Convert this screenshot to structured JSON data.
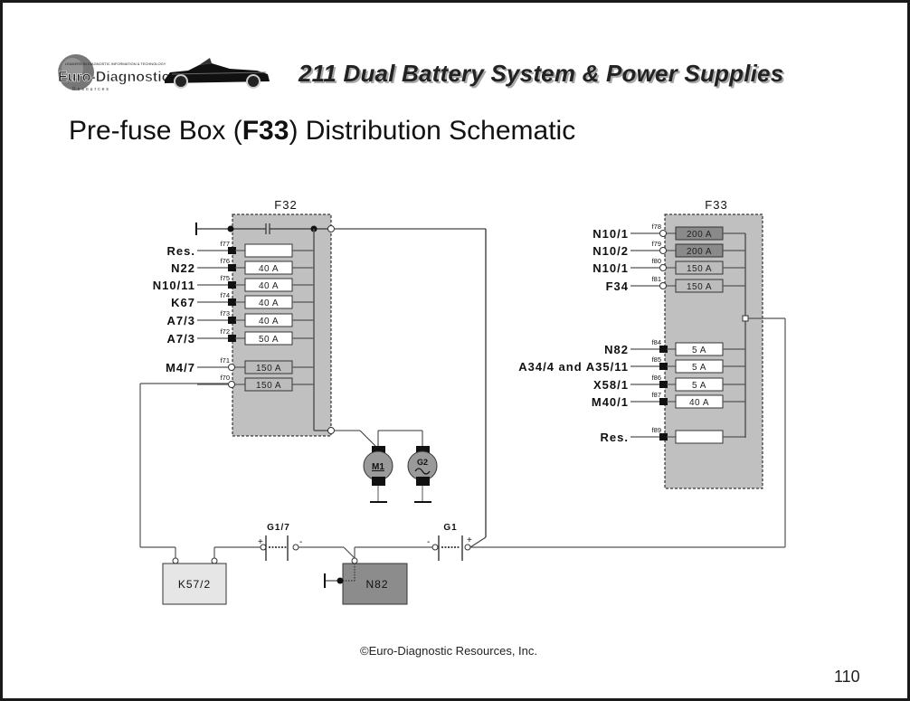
{
  "header": {
    "logo_text": "Euro-Diagnostic",
    "logo_subtext": "Resources",
    "logo_tagline": "LEADERS IN DIAGNOSTIC INFORMATION & TECHNOLOGY",
    "title": "211 Dual Battery System & Power Supplies"
  },
  "page_title": {
    "prefix": "Pre-fuse Box (",
    "bold": "F33",
    "suffix": ") Distribution Schematic"
  },
  "f32": {
    "title": "F32",
    "fuses": [
      {
        "id": "f77",
        "label": "Res.",
        "rating": "",
        "terminal": "square",
        "shade": "white"
      },
      {
        "id": "f76",
        "label": "N22",
        "rating": "40 A",
        "terminal": "square",
        "shade": "white"
      },
      {
        "id": "f75",
        "label": "N10/11",
        "rating": "40 A",
        "terminal": "square",
        "shade": "white"
      },
      {
        "id": "f74",
        "label": "K67",
        "rating": "40 A",
        "terminal": "square",
        "shade": "white"
      },
      {
        "id": "f73",
        "label": "A7/3",
        "rating": "40 A",
        "terminal": "square",
        "shade": "white"
      },
      {
        "id": "f72",
        "label": "A7/3",
        "rating": "50 A",
        "terminal": "square",
        "shade": "white"
      },
      {
        "id": "f71",
        "label": "M4/7",
        "rating": "150 A",
        "terminal": "circle",
        "shade": "grey"
      },
      {
        "id": "f70",
        "label": "",
        "rating": "150 A",
        "terminal": "circle",
        "shade": "grey"
      }
    ]
  },
  "f33": {
    "title": "F33",
    "fuses": [
      {
        "id": "f78",
        "label": "N10/1",
        "rating": "200 A",
        "terminal": "circle",
        "shade": "dark"
      },
      {
        "id": "f79",
        "label": "N10/2",
        "rating": "200 A",
        "terminal": "circle",
        "shade": "dark"
      },
      {
        "id": "f80",
        "label": "N10/1",
        "rating": "150 A",
        "terminal": "circle",
        "shade": "grey"
      },
      {
        "id": "f81",
        "label": "F34",
        "rating": "150 A",
        "terminal": "circle",
        "shade": "grey"
      },
      {
        "id": "f84",
        "label": "N82",
        "rating": "5 A",
        "terminal": "square",
        "shade": "white"
      },
      {
        "id": "f85",
        "label": "A34/4 and A35/11",
        "rating": "5 A",
        "terminal": "square",
        "shade": "white"
      },
      {
        "id": "f86",
        "label": "X58/1",
        "rating": "5 A",
        "terminal": "square",
        "shade": "white"
      },
      {
        "id": "f87",
        "label": "M40/1",
        "rating": "40 A",
        "terminal": "square",
        "shade": "white"
      },
      {
        "id": "f89",
        "label": "Res.",
        "rating": "",
        "terminal": "square",
        "shade": "white"
      }
    ]
  },
  "components": {
    "m1": "M1",
    "g2": "G2",
    "g1_7": "G1/7",
    "g1": "G1",
    "k57_2": "K57/2",
    "n82": "N82",
    "plus": "+",
    "minus": "-"
  },
  "colors": {
    "box_fill": "#c0c0c0",
    "fuse_grey": "#bcbcbc",
    "fuse_dark": "#8a8a8a",
    "k57_fill": "#e6e6e6",
    "n82_fill": "#8c8c8c",
    "motor_fill": "#9a9a9a"
  },
  "footer": {
    "copyright": "©Euro-Diagnostic Resources, Inc.",
    "page_number": "110"
  }
}
